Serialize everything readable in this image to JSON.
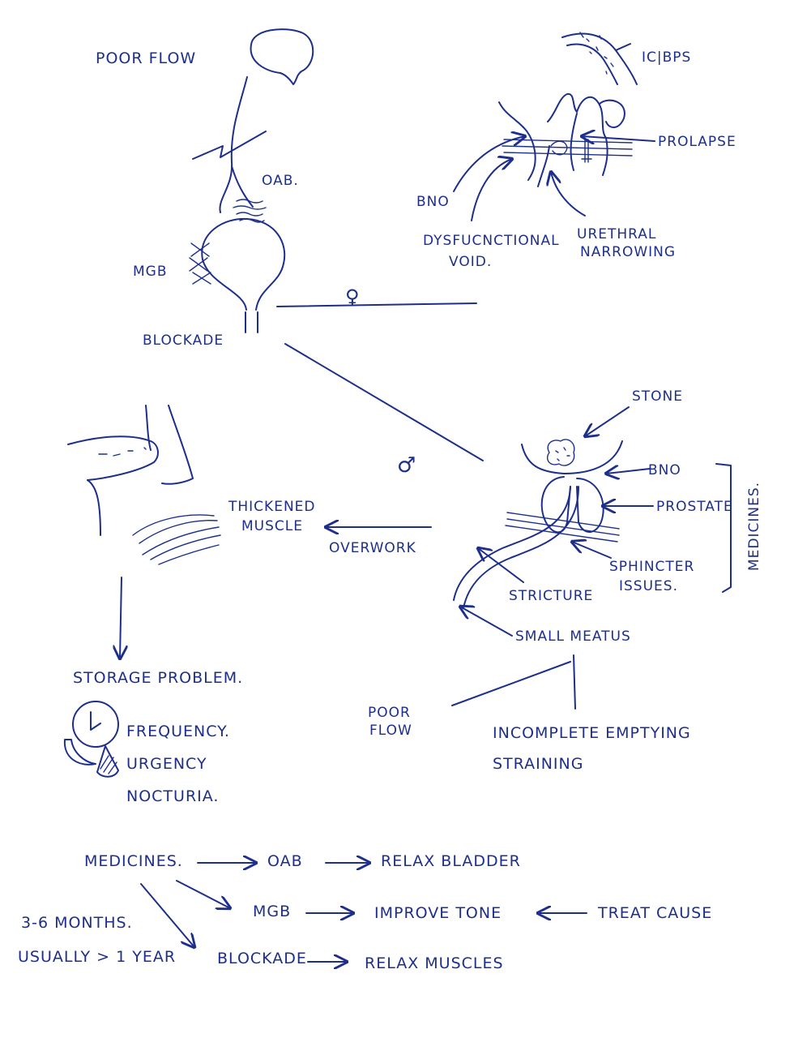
{
  "top_left": {
    "title": "POOR FLOW",
    "oab_label": "OAB.",
    "mgb_label": "MGB",
    "blockade_label": "BLOCKADE"
  },
  "female_branch": {
    "symbol": "♀",
    "ic_bps": "IC|BPS",
    "prolapse": "PROLAPSE",
    "bno": "BNO",
    "dysfunctional_void_line1": "DYSFUCNCTIONAL",
    "dysfunctional_void_line2": "VOID.",
    "urethral_line1": "URETHRAL",
    "urethral_line2": "NARROWING"
  },
  "male_branch": {
    "symbol": "♂",
    "stone": "STONE",
    "bno": "BNO",
    "prostate": "PROSTATE",
    "sphincter_line1": "SPHINCTER",
    "sphincter_line2": "ISSUES.",
    "stricture": "STRICTURE",
    "small_meatus": "SMALL MEATUS",
    "medicines_vertical": "MEDICINES."
  },
  "muscle": {
    "thickened_line1": "THICKENED",
    "thickened_line2": "MUSCLE",
    "overwork": "OVERWORK"
  },
  "storage": {
    "title": "STORAGE PROBLEM.",
    "symptoms": [
      "FREQUENCY.",
      "URGENCY",
      "NOCTURIA."
    ]
  },
  "voiding": {
    "poor_line1": "POOR",
    "poor_line2": "FLOW",
    "symptoms": [
      "INCOMPLETE EMPTYING",
      "STRAINING"
    ]
  },
  "medicines": {
    "label": "MEDICINES.",
    "oab": "OAB",
    "oab_action": "RELAX BLADDER",
    "mgb": "MGB",
    "mgb_action": "IMPROVE TONE",
    "treat_cause": "TREAT CAUSE",
    "blockade": "BLOCKADE",
    "blockade_action": "RELAX MUSCLES",
    "duration": "3-6 MONTHS.",
    "usually": "USUALLY > 1 YEAR"
  },
  "ink_color": "#1d2f8a"
}
